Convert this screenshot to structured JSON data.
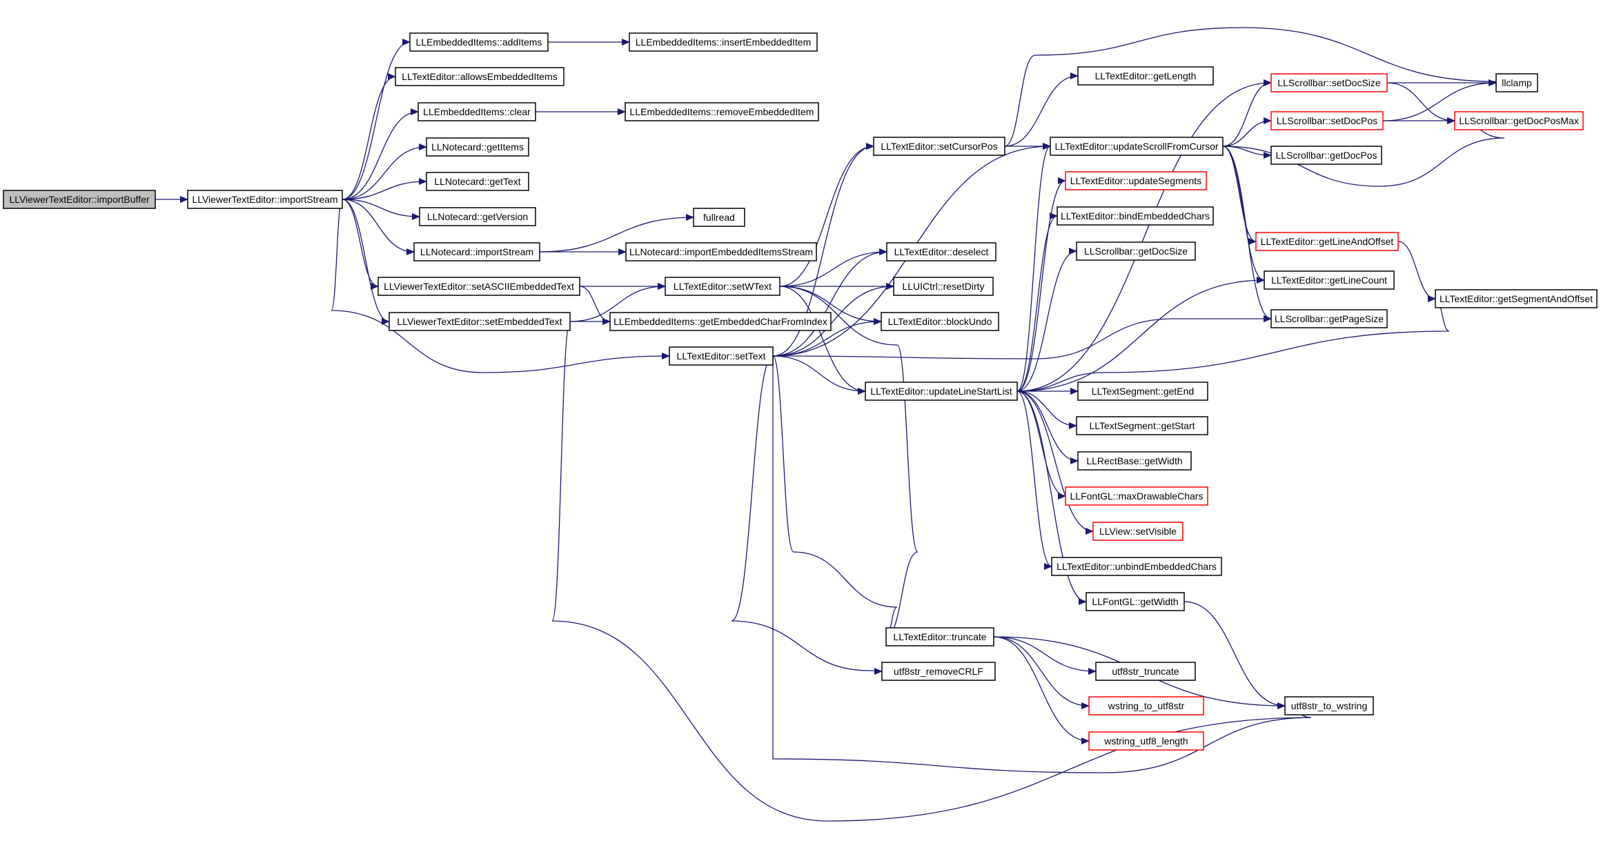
{
  "graph": {
    "edge_color": "#191970",
    "highlight_color": "#ff0000",
    "root_fill": "#bfbfbf",
    "nodes": [
      {
        "id": "n0",
        "label": "LLViewerTextEditor::importBuffer",
        "style": "root"
      },
      {
        "id": "n1",
        "label": "LLViewerTextEditor::importStream",
        "style": "normal"
      },
      {
        "id": "n2",
        "label": "LLEmbeddedItems::addItems",
        "style": "normal"
      },
      {
        "id": "n3",
        "label": "LLEmbeddedItems::insertEmbeddedItem",
        "style": "normal"
      },
      {
        "id": "n4",
        "label": "LLTextEditor::allowsEmbeddedItems",
        "style": "normal"
      },
      {
        "id": "n5",
        "label": "LLEmbeddedItems::clear",
        "style": "normal"
      },
      {
        "id": "n6",
        "label": "LLEmbeddedItems::removeEmbeddedItem",
        "style": "normal"
      },
      {
        "id": "n7",
        "label": "LLNotecard::getItems",
        "style": "normal"
      },
      {
        "id": "n8",
        "label": "LLNotecard::getText",
        "style": "normal"
      },
      {
        "id": "n9",
        "label": "LLNotecard::getVersion",
        "style": "normal"
      },
      {
        "id": "n10",
        "label": "LLNotecard::importStream",
        "style": "normal"
      },
      {
        "id": "n11",
        "label": "fullread",
        "style": "normal"
      },
      {
        "id": "n12",
        "label": "LLNotecard::importEmbeddedItemsStream",
        "style": "normal"
      },
      {
        "id": "n13",
        "label": "LLViewerTextEditor::setASCIIEmbeddedText",
        "style": "normal"
      },
      {
        "id": "n14",
        "label": "LLTextEditor::setWText",
        "style": "normal"
      },
      {
        "id": "n15",
        "label": "LLViewerTextEditor::setEmbeddedText",
        "style": "normal"
      },
      {
        "id": "n16",
        "label": "LLEmbeddedItems::getEmbeddedCharFromIndex",
        "style": "normal"
      },
      {
        "id": "n17",
        "label": "LLTextEditor::setText",
        "style": "normal"
      },
      {
        "id": "n18",
        "label": "LLTextEditor::setCursorPos",
        "style": "normal"
      },
      {
        "id": "n19",
        "label": "LLTextEditor::deselect",
        "style": "normal"
      },
      {
        "id": "n20",
        "label": "LLUICtrl::resetDirty",
        "style": "normal"
      },
      {
        "id": "n21",
        "label": "LLTextEditor::blockUndo",
        "style": "normal"
      },
      {
        "id": "n22",
        "label": "LLTextEditor::updateLineStartList",
        "style": "normal"
      },
      {
        "id": "n23",
        "label": "LLTextEditor::truncate",
        "style": "normal"
      },
      {
        "id": "n24",
        "label": "utf8str_removeCRLF",
        "style": "normal"
      },
      {
        "id": "n25",
        "label": "LLTextEditor::getLength",
        "style": "normal"
      },
      {
        "id": "n26",
        "label": "LLTextEditor::updateScrollFromCursor",
        "style": "normal"
      },
      {
        "id": "n27",
        "label": "LLTextEditor::updateSegments",
        "style": "red"
      },
      {
        "id": "n28",
        "label": "LLTextEditor::bindEmbeddedChars",
        "style": "normal"
      },
      {
        "id": "n29",
        "label": "LLScrollbar::getDocSize",
        "style": "normal"
      },
      {
        "id": "n30",
        "label": "LLTextSegment::getEnd",
        "style": "normal"
      },
      {
        "id": "n31",
        "label": "LLTextSegment::getStart",
        "style": "normal"
      },
      {
        "id": "n32",
        "label": "LLRectBase::getWidth",
        "style": "normal"
      },
      {
        "id": "n33",
        "label": "LLFontGL::maxDrawableChars",
        "style": "red"
      },
      {
        "id": "n34",
        "label": "LLView::setVisible",
        "style": "red"
      },
      {
        "id": "n35",
        "label": "LLTextEditor::unbindEmbeddedChars",
        "style": "normal"
      },
      {
        "id": "n36",
        "label": "LLFontGL::getWidth",
        "style": "normal"
      },
      {
        "id": "n37",
        "label": "utf8str_truncate",
        "style": "normal"
      },
      {
        "id": "n38",
        "label": "wstring_to_utf8str",
        "style": "red"
      },
      {
        "id": "n39",
        "label": "wstring_utf8_length",
        "style": "red"
      },
      {
        "id": "n40",
        "label": "LLScrollbar::setDocSize",
        "style": "red"
      },
      {
        "id": "n41",
        "label": "LLScrollbar::setDocPos",
        "style": "red"
      },
      {
        "id": "n42",
        "label": "LLScrollbar::getDocPos",
        "style": "normal"
      },
      {
        "id": "n43",
        "label": "LLTextEditor::getLineAndOffset",
        "style": "red"
      },
      {
        "id": "n44",
        "label": "LLTextEditor::getLineCount",
        "style": "normal"
      },
      {
        "id": "n45",
        "label": "LLScrollbar::getPageSize",
        "style": "normal"
      },
      {
        "id": "n46",
        "label": "llclamp",
        "style": "normal"
      },
      {
        "id": "n47",
        "label": "LLScrollbar::getDocPosMax",
        "style": "red"
      },
      {
        "id": "n48",
        "label": "LLTextEditor::getSegmentAndOffset",
        "style": "normal"
      },
      {
        "id": "n49",
        "label": "utf8str_to_wstring",
        "style": "normal"
      }
    ],
    "edges": [
      [
        "n0",
        "n1"
      ],
      [
        "n1",
        "n2"
      ],
      [
        "n1",
        "n4"
      ],
      [
        "n1",
        "n5"
      ],
      [
        "n1",
        "n7"
      ],
      [
        "n1",
        "n8"
      ],
      [
        "n1",
        "n9"
      ],
      [
        "n1",
        "n10"
      ],
      [
        "n1",
        "n13"
      ],
      [
        "n1",
        "n15"
      ],
      [
        "n1",
        "n17"
      ],
      [
        "n2",
        "n3"
      ],
      [
        "n5",
        "n6"
      ],
      [
        "n10",
        "n11"
      ],
      [
        "n10",
        "n12"
      ],
      [
        "n13",
        "n14"
      ],
      [
        "n13",
        "n16"
      ],
      [
        "n15",
        "n14"
      ],
      [
        "n15",
        "n16"
      ],
      [
        "n15",
        "n49"
      ],
      [
        "n14",
        "n18"
      ],
      [
        "n14",
        "n19"
      ],
      [
        "n14",
        "n20"
      ],
      [
        "n14",
        "n21"
      ],
      [
        "n14",
        "n22"
      ],
      [
        "n14",
        "n23"
      ],
      [
        "n17",
        "n18"
      ],
      [
        "n17",
        "n19"
      ],
      [
        "n17",
        "n20"
      ],
      [
        "n17",
        "n21"
      ],
      [
        "n17",
        "n22"
      ],
      [
        "n17",
        "n23"
      ],
      [
        "n17",
        "n24"
      ],
      [
        "n17",
        "n26"
      ],
      [
        "n17",
        "n45"
      ],
      [
        "n17",
        "n49"
      ],
      [
        "n18",
        "n25"
      ],
      [
        "n18",
        "n26"
      ],
      [
        "n18",
        "n46"
      ],
      [
        "n26",
        "n40"
      ],
      [
        "n26",
        "n41"
      ],
      [
        "n26",
        "n42"
      ],
      [
        "n26",
        "n43"
      ],
      [
        "n26",
        "n44"
      ],
      [
        "n26",
        "n45"
      ],
      [
        "n26",
        "n47"
      ],
      [
        "n22",
        "n26"
      ],
      [
        "n22",
        "n27"
      ],
      [
        "n22",
        "n28"
      ],
      [
        "n22",
        "n29"
      ],
      [
        "n22",
        "n30"
      ],
      [
        "n22",
        "n31"
      ],
      [
        "n22",
        "n32"
      ],
      [
        "n22",
        "n33"
      ],
      [
        "n22",
        "n34"
      ],
      [
        "n22",
        "n35"
      ],
      [
        "n22",
        "n36"
      ],
      [
        "n22",
        "n40"
      ],
      [
        "n22",
        "n44"
      ],
      [
        "n22",
        "n48"
      ],
      [
        "n23",
        "n37"
      ],
      [
        "n23",
        "n38"
      ],
      [
        "n23",
        "n39"
      ],
      [
        "n23",
        "n49"
      ],
      [
        "n36",
        "n49"
      ],
      [
        "n40",
        "n46"
      ],
      [
        "n40",
        "n47"
      ],
      [
        "n41",
        "n46"
      ],
      [
        "n41",
        "n47"
      ],
      [
        "n43",
        "n48"
      ]
    ]
  }
}
